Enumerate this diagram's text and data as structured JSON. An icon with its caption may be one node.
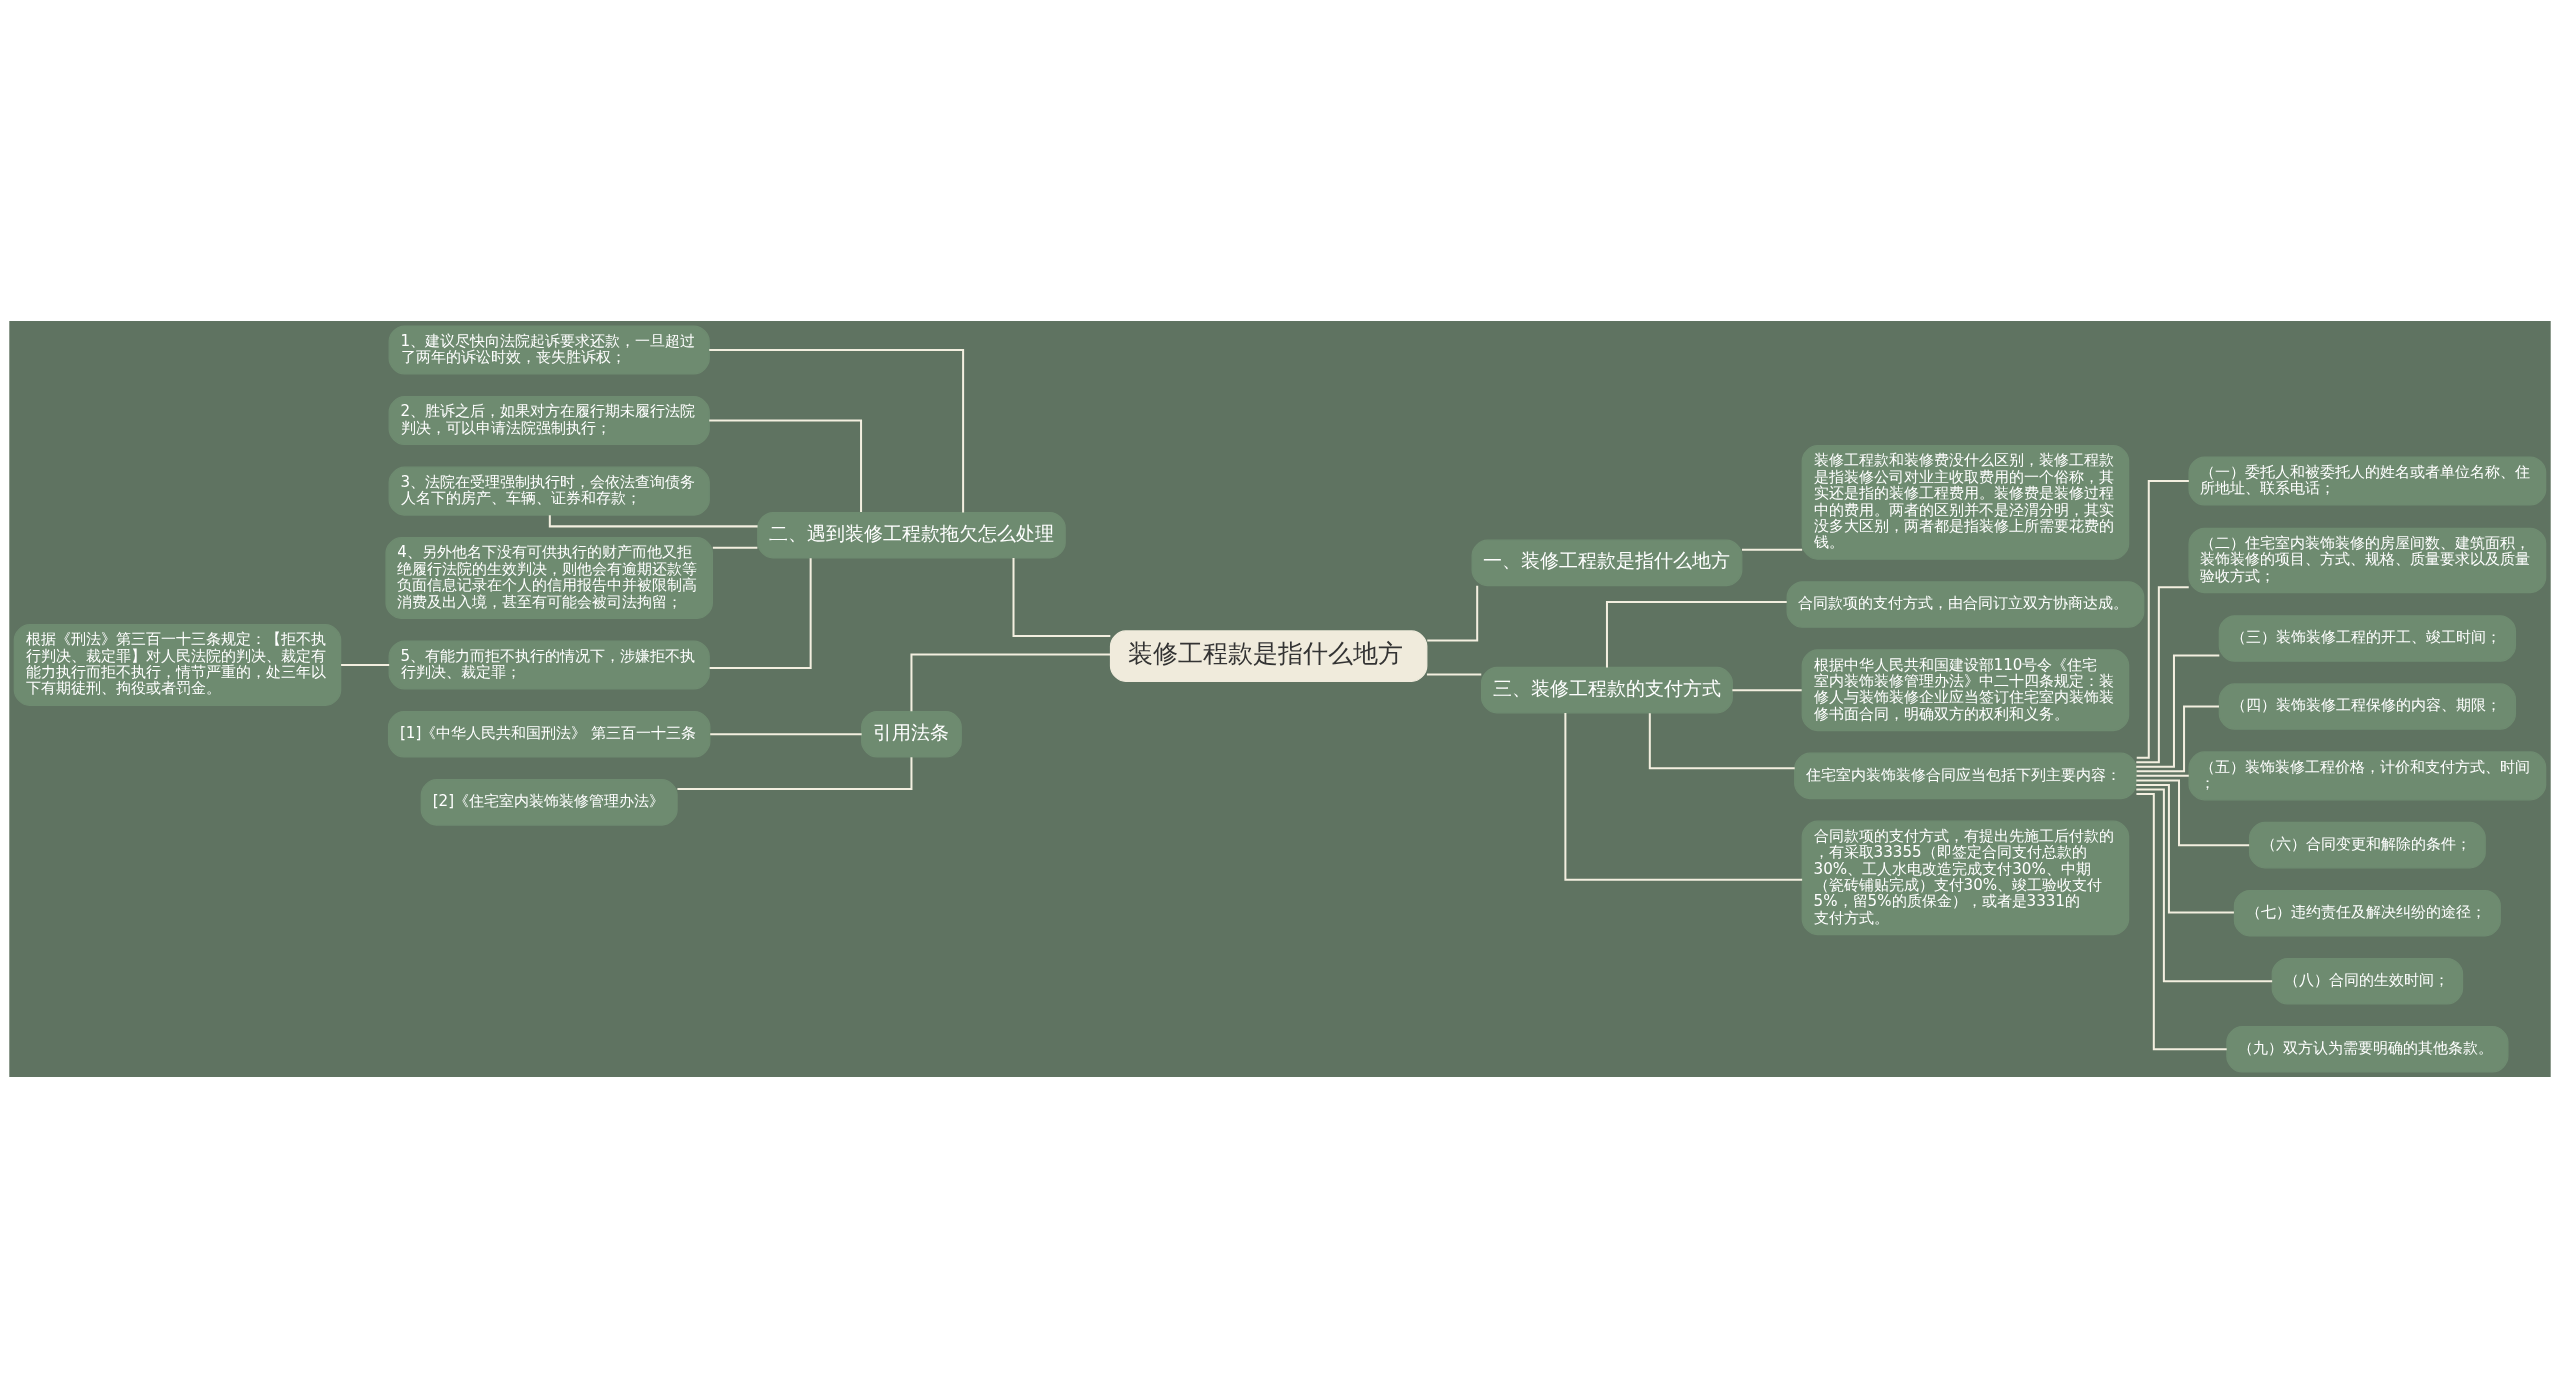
{
  "diagram": {
    "nodes": [
      {
        "text": [
          "装修工程款是指什么地方"
        ]
      },
      {
        "text": [
          "一、装修工程款是指什么地方"
        ]
      },
      {
        "text": [
          "装修工程款和装修费没什么区别，装修工程款是指装修公司对业主收取费用的一个俗称，其实还是指的装修工程费用。装修费是装修过程中的费用。两者的区别并不是泾渭分明，其实没多大区别，两者都是指装修上所需要花费的钱。"
        ]
      },
      {
        "text": [
          "三、装修工程款的支付方式"
        ]
      },
      {
        "text": [
          "合同款项的支付方式，由合同订立双方协商达成。"
        ]
      },
      {
        "text": [
          "根据中华人民共和国建设部110号令《住宅室内装饰装修管理办法》中二十四条规定：装修人与装饰装修企业应当签订住宅室内装饰装修书面合同，明确双方的权利和义务。"
        ]
      },
      {
        "text": [
          "住宅室内装饰装修合同应当包括下列主要内容："
        ]
      },
      {
        "text": [
          "（一）委托人和被委托人的姓名或者单位名称、住所地址、联系电话；"
        ]
      },
      {
        "text": [
          "（二）住宅室内装饰装修的房屋间数、建筑面积，装饰装修的项目、方式、规格、质量要求以及质量验收方式；"
        ]
      },
      {
        "text": [
          "（三）装饰装修工程的开工、竣工时间；"
        ]
      },
      {
        "text": [
          "（四）装饰装修工程保修的内容、期限；"
        ]
      },
      {
        "text": [
          "（五）装饰装修工程价格，计价和支付方式、时间；"
        ]
      },
      {
        "text": [
          "（六）合同变更和解除的条件；"
        ]
      },
      {
        "text": [
          "（七）违约责任及解决纠纷的途径；"
        ]
      },
      {
        "text": [
          "（八）合同的生效时间；"
        ]
      },
      {
        "text": [
          "（九）双方认为需要明确的其他条款。"
        ]
      },
      {
        "text": [
          "合同款项的支付方式，有提出先施工后付款的，有采取33355（即签定合同支付总款的30%、工人水电改造完成支付30%、中期（瓷砖铺贴完成）支付30%、竣工验收支付5%，留5%的质保金），或者是3331的支付方式。"
        ]
      },
      {
        "text": [
          "二、遇到装修工程款拖欠怎么处理"
        ]
      },
      {
        "text": [
          "1、建议尽快向法院起诉要求还款，一旦超过了两年的诉讼时效，丧失胜诉权；"
        ]
      },
      {
        "text": [
          "2、胜诉之后，如果对方在履行期未履行法院判决，可以申请法院强制执行；"
        ]
      },
      {
        "text": [
          "3、法院在受理强制执行时，会依法查询债务人名下的房产、车辆、证券和存款；"
        ]
      },
      {
        "text": [
          "4、另外他名下没有可供执行的财产而他又拒绝履行法院的生效判决，则他会有逾期还款等负面信息记录在个人的信用报告中并被限制高消费及出入境，甚至有可能会被司法拘留；"
        ]
      },
      {
        "text": [
          "5、有能力而拒不执行的情况下，涉嫌拒不执行判决、裁定罪；"
        ]
      },
      {
        "text": [
          "根据《刑法》第三百一十三条规定：【拒不执行判决、裁定罪】对人民法院的判决、裁定有能力执行而拒不执行，情节严重的，处三年以下有期徒刑、拘役或者罚金。"
        ]
      },
      {
        "text": [
          "引用法条"
        ]
      },
      {
        "text": [
          "[1]《中华人民共和国刑法》 第三百一十三条"
        ]
      },
      {
        "text": [
          "[2]《住宅室内装饰装修管理办法》"
        ]
      }
    ],
    "edges": [
      {
        "from": 0,
        "to": 1,
        "arrow": "none"
      },
      {
        "from": 1,
        "to": 2,
        "arrow": "none"
      },
      {
        "from": 0,
        "to": 3,
        "arrow": "none"
      },
      {
        "from": 3,
        "to": 4,
        "arrow": "none"
      },
      {
        "from": 3,
        "to": 5,
        "arrow": "none"
      },
      {
        "from": 3,
        "to": 6,
        "arrow": "none"
      },
      {
        "from": 6,
        "to": 7,
        "arrow": "none"
      },
      {
        "from": 6,
        "to": 8,
        "arrow": "none"
      },
      {
        "from": 6,
        "to": 9,
        "arrow": "none"
      },
      {
        "from": 6,
        "to": 10,
        "arrow": "none"
      },
      {
        "from": 6,
        "to": 11,
        "arrow": "none"
      },
      {
        "from": 6,
        "to": 12,
        "arrow": "none"
      },
      {
        "from": 6,
        "to": 13,
        "arrow": "none"
      },
      {
        "from": 6,
        "to": 14,
        "arrow": "none"
      },
      {
        "from": 6,
        "to": 15,
        "arrow": "none"
      },
      {
        "from": 3,
        "to": 16,
        "arrow": "none"
      },
      {
        "from": 0,
        "to": 17,
        "arrow": "none"
      },
      {
        "from": 17,
        "to": 18,
        "arrow": "none"
      },
      {
        "from": 17,
        "to": 19,
        "arrow": "none"
      },
      {
        "from": 17,
        "to": 20,
        "arrow": "none"
      },
      {
        "from": 17,
        "to": 21,
        "arrow": "none"
      },
      {
        "from": 17,
        "to": 22,
        "arrow": "none"
      },
      {
        "from": 22,
        "to": 23,
        "arrow": "none"
      },
      {
        "from": 0,
        "to": 24,
        "arrow": "none"
      },
      {
        "from": 24,
        "to": 25,
        "arrow": "none"
      },
      {
        "from": 24,
        "to": 26,
        "arrow": "none"
      }
    ]
  }
}
